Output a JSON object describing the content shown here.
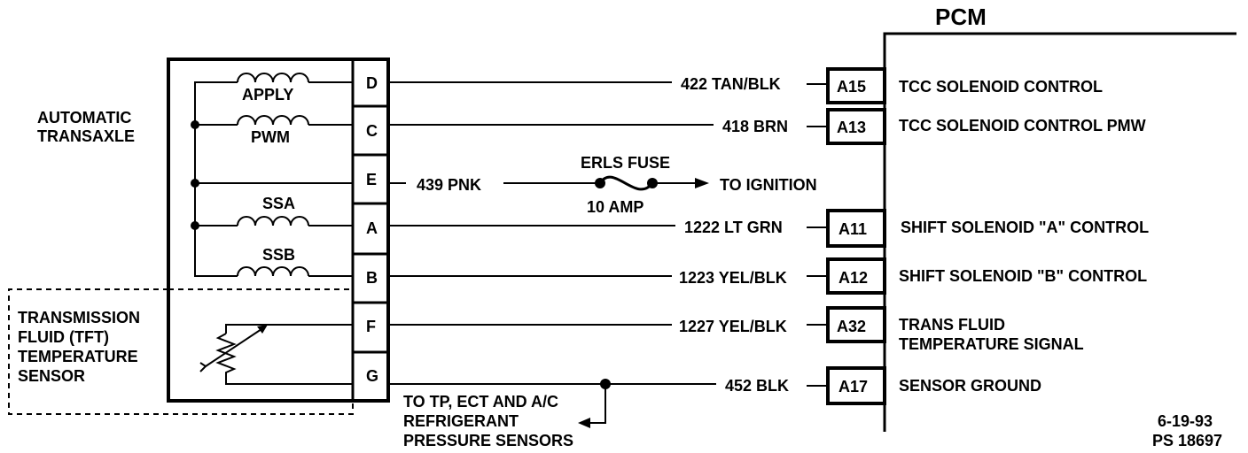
{
  "pcm": {
    "title": "PCM",
    "terminals": [
      {
        "id": "A15",
        "function": "TCC SOLENOID CONTROL"
      },
      {
        "id": "A13",
        "function": "TCC SOLENOID CONTROL PMW"
      },
      {
        "id": "A11",
        "function": "SHIFT SOLENOID \"A\" CONTROL"
      },
      {
        "id": "A12",
        "function": "SHIFT SOLENOID \"B\" CONTROL"
      },
      {
        "id": "A32",
        "function_line1": "TRANS FLUID",
        "function_line2": "TEMPERATURE SIGNAL"
      },
      {
        "id": "A17",
        "function": "SENSOR GROUND"
      }
    ]
  },
  "transaxle": {
    "label_line1": "AUTOMATIC",
    "label_line2": "TRANSAXLE",
    "pins": [
      "D",
      "C",
      "E",
      "A",
      "B",
      "F",
      "G"
    ],
    "solenoids": [
      "APPLY",
      "PWM",
      "SSA",
      "SSB"
    ]
  },
  "tft_sensor": {
    "line1": "TRANSMISSION",
    "line2": "FLUID (TFT)",
    "line3": "TEMPERATURE",
    "line4": "SENSOR"
  },
  "wires": [
    "422 TAN/BLK",
    "418 BRN",
    "439 PNK",
    "1222 LT GRN",
    "1223 YEL/BLK",
    "1227 YEL/BLK",
    "452 BLK"
  ],
  "fuse": {
    "name": "ERLS FUSE",
    "rating": "10 AMP",
    "destination": "TO IGNITION"
  },
  "sensor_ground_note": {
    "line1": "TO TP, ECT AND A/C",
    "line2": "REFRIGERANT",
    "line3": "PRESSURE SENSORS"
  },
  "footer": {
    "date": "6-19-93",
    "code": "PS 18697"
  }
}
